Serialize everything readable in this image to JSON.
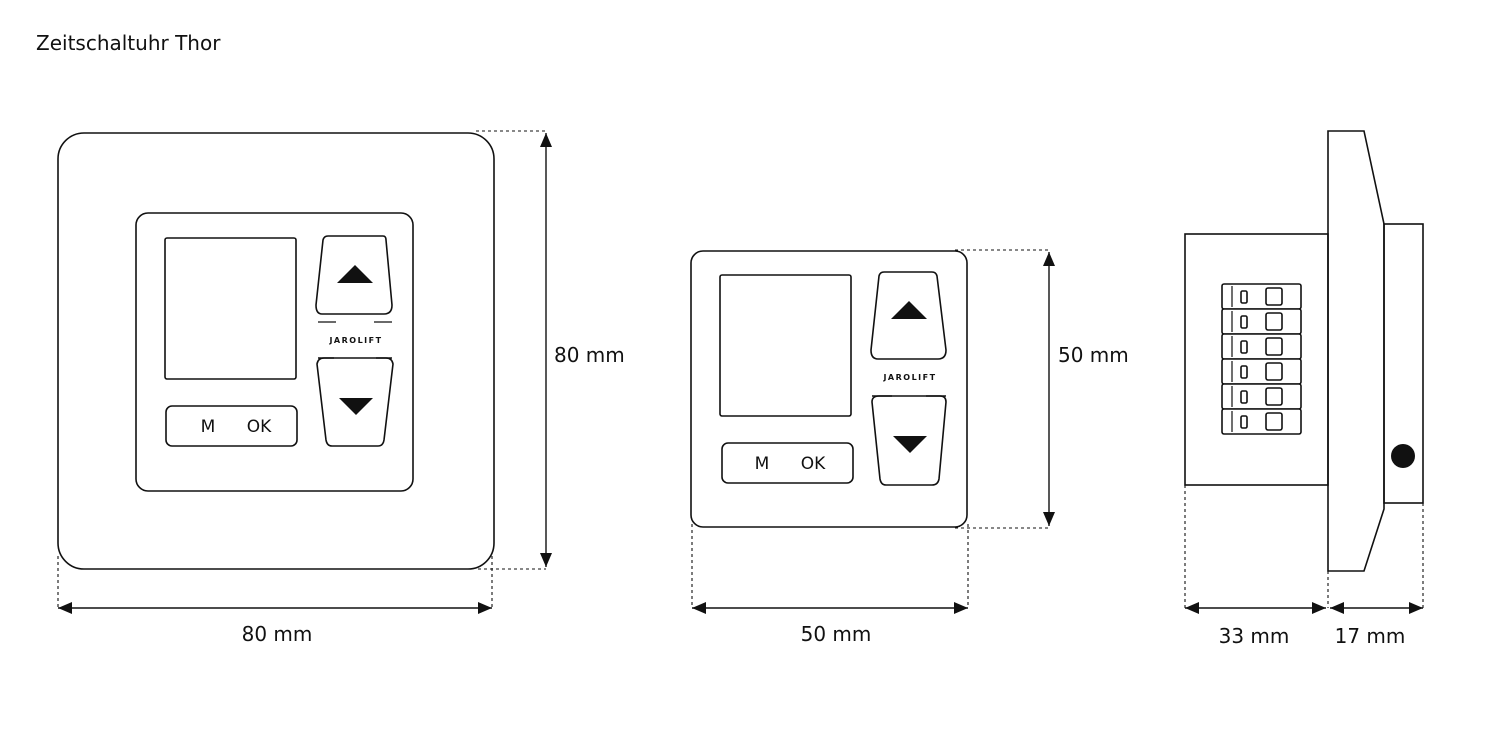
{
  "title": "Zeitschaltuhr Thor",
  "views": {
    "front_large": {
      "brand": "JAROLIFT",
      "m_label": "M",
      "ok_label": "OK",
      "width_label": "80 mm",
      "height_label": "80 mm"
    },
    "front_small": {
      "brand": "JAROLIFT",
      "m_label": "M",
      "ok_label": "OK",
      "width_label": "50 mm",
      "height_label": "50 mm"
    },
    "side": {
      "depth_body_label": "33 mm",
      "depth_front_label": "17 mm"
    }
  }
}
